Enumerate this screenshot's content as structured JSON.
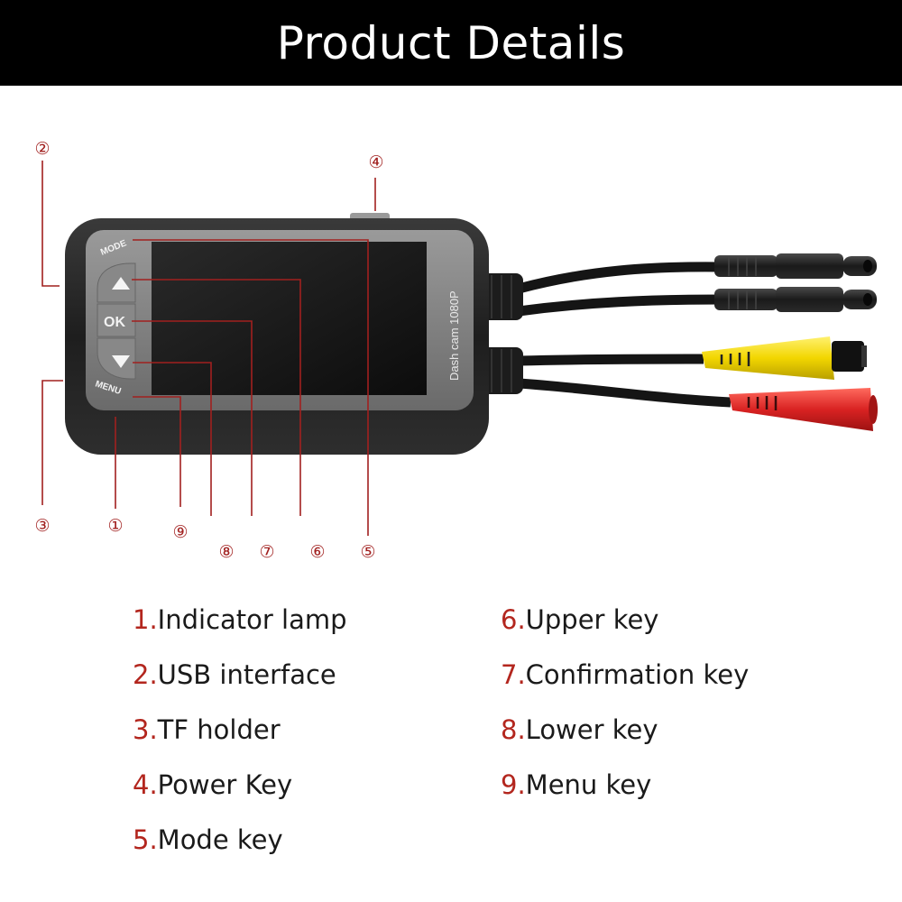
{
  "header": {
    "title": "Product Details"
  },
  "device": {
    "side_label": "Dash cam 1080P",
    "buttons": {
      "mode": "MODE",
      "ok": "OK",
      "menu": "MENU"
    }
  },
  "callouts": [
    "①",
    "②",
    "③",
    "④",
    "⑤",
    "⑥",
    "⑦",
    "⑧",
    "⑨"
  ],
  "legend": {
    "left": [
      {
        "num": "1.",
        "text": "Indicator lamp"
      },
      {
        "num": "2.",
        "text": "USB interface"
      },
      {
        "num": "3.",
        "text": "TF holder"
      },
      {
        "num": "4.",
        "text": "Power Key"
      },
      {
        "num": "5.",
        "text": "Mode key"
      }
    ],
    "right": [
      {
        "num": "6.",
        "text": "Upper key"
      },
      {
        "num": "7.",
        "text": "Confirmation key"
      },
      {
        "num": "8.",
        "text": "Lower key"
      },
      {
        "num": "9.",
        "text": "Menu key"
      }
    ]
  },
  "colors": {
    "accent": "#a1201f",
    "cable_yellow": "#f2d600",
    "cable_red": "#d92222"
  }
}
